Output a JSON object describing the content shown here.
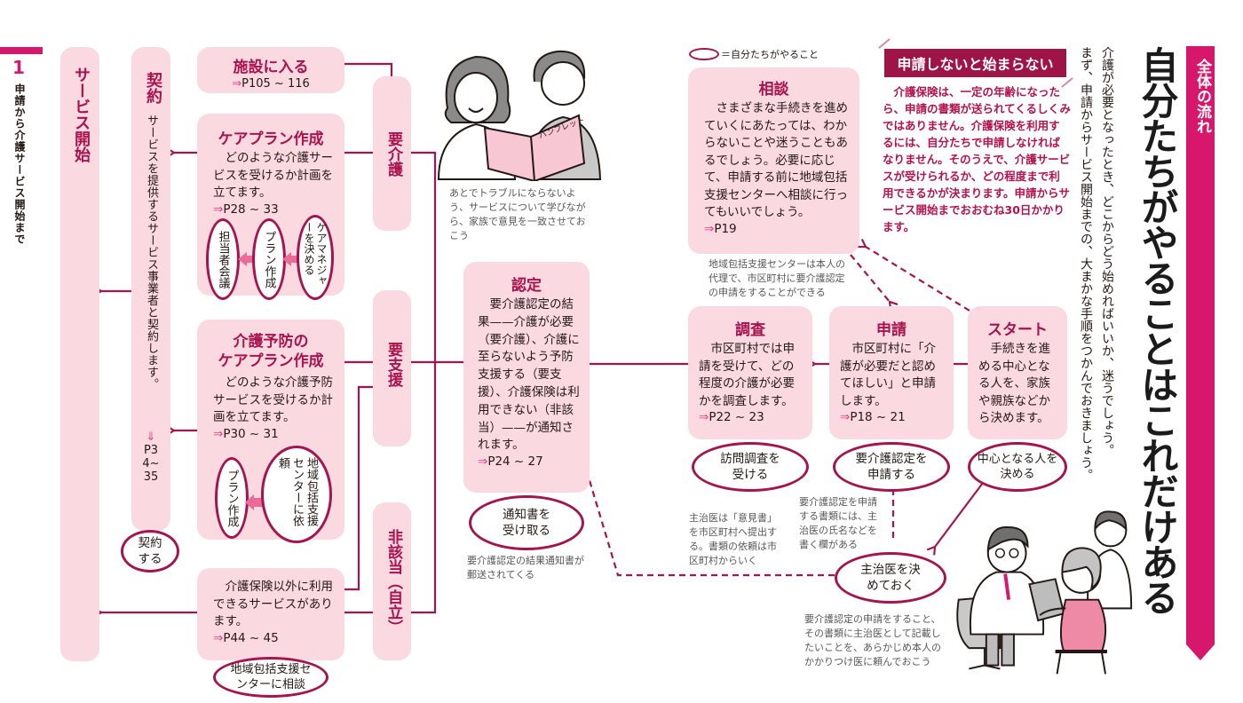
{
  "chapter": {
    "number": "1",
    "label": "申請から介護サービス開始まで"
  },
  "banner": {
    "tag": "全体の流れ",
    "headline": "自分たちがやることはこれだけある",
    "lead_line1": "介護が必要となったとき、どこからどう始めればいいか、迷うでしょう。",
    "lead_line2": "まず、申請からサービス開始までの、大まかな手順をつかんでおきましょう。"
  },
  "legend": {
    "text": "＝自分たちがやること"
  },
  "notice": {
    "title": "申請しないと始まらない",
    "body": "　介護保険は、一定の年齢になったら、申請の書類が送られてくるしくみではありません。介護保険を利用するには、自分たちで申請しなければなりません。そのうえで、介護サービスが受けられるか、どの程度まで利用できるかが決まります。申請からサービス開始までおおむね30日かかります。"
  },
  "steps": {
    "soudan": {
      "title": "相談",
      "body": "　さまざまな手続きを進めていくにあたっては、わからないことや迷うこともあるでしょう。必要に応じて、申請する前に地域包括支援センターへ相談に行ってもいいでしょう。",
      "ref_arrow": "⇒",
      "ref": "P19",
      "note": "地域包括支援センターは本人の代理で、市区町村に要介護認定の申請をすることができる"
    },
    "start": {
      "title": "スタート",
      "body": "　手続きを進める中心となる人を、家族や親族などから決めます。",
      "action": "中心となる人を決める"
    },
    "shinsei": {
      "title": "申請",
      "body": "　市区町村に「介護が必要だと認めてほしい」と申請します。",
      "ref_arrow": "⇒",
      "ref": "P18 ~ 21",
      "action": "要介護認定を申請する"
    },
    "chousa": {
      "title": "調査",
      "body": "　市区町村では申請を受けて、どの程度の介護が必要かを調査します。",
      "ref_arrow": "⇒",
      "ref": "P22 ~ 23",
      "action": "訪問調査を受ける"
    },
    "nintei": {
      "title": "認定",
      "body": "　要介護認定の結果——介護が必要（要介護）、介護に至らないよう予防支援する（要支援）、介護保険は利用できない（非該当）——が通知されます。",
      "ref_arrow": "⇒",
      "ref": "P24 ~ 27",
      "action": "通知書を受け取る",
      "note": "要介護認定の結果通知書が郵送されてくる"
    },
    "shujii": {
      "action": "主治医を決めておく",
      "note_upper": "要介護認定を申請する書類には、主治医の氏名などを書く欄がある",
      "note_left": "主治医は「意見書」を市区町村へ提出する。書類の依頼は市区町村からいく",
      "note_below": "要介護認定の申請をすること、その書類に主治医として記載したいことを、あらかじめ本人のかかりつけ医に頼んでおこう"
    }
  },
  "results": {
    "yokaigo": "要介護",
    "yoshien": "要支援",
    "higaitou": "非該当（自立）"
  },
  "left_column": {
    "shisetsu": {
      "title": "施設に入る",
      "ref_arrow": "⇒",
      "ref": "P105 ~ 116"
    },
    "careplan": {
      "title": "ケアプラン作成",
      "body": "　どのような介護サービスを受けるか計画を立てます。",
      "ref_arrow": "⇒",
      "ref": "P28 ~ 33",
      "sub_steps": [
        "ケアマネジャーを決める",
        "プラン作成",
        "担当者会議"
      ]
    },
    "yobo_careplan": {
      "title_line1": "介護予防の",
      "title_line2": "ケアプラン作成",
      "body": "　どのような介護予防サービスを受けるか計画を立てます。",
      "ref_arrow": "⇒",
      "ref": "P30 ~ 31",
      "sub_steps": [
        "地域包括支援センターに依頼",
        "プラン作成"
      ]
    },
    "other": {
      "body": "　介護保険以外に利用できるサービスがあります。",
      "ref_arrow": "⇒",
      "ref": "P44 ~ 45",
      "action": "地域包括支援センターに相談"
    },
    "keiyaku": {
      "title": "契約",
      "body": "サービスを提供するサービス事業者と契約します。",
      "ref_arrow": "⇓",
      "ref": "P34~35",
      "action": "契約する"
    },
    "service_start": {
      "title": "サービス開始"
    }
  },
  "illustrations": {
    "family_caption": "あとでトラブルにならないよう、サービスについて学びながら、家族で意見を一致させておこう",
    "pamphlet_label": "パンフレット"
  },
  "colors": {
    "magenta": "#d6176b",
    "wine": "#a3154f",
    "pink_box": "#fbd9e1",
    "ref_arrow": "#e63d86"
  }
}
